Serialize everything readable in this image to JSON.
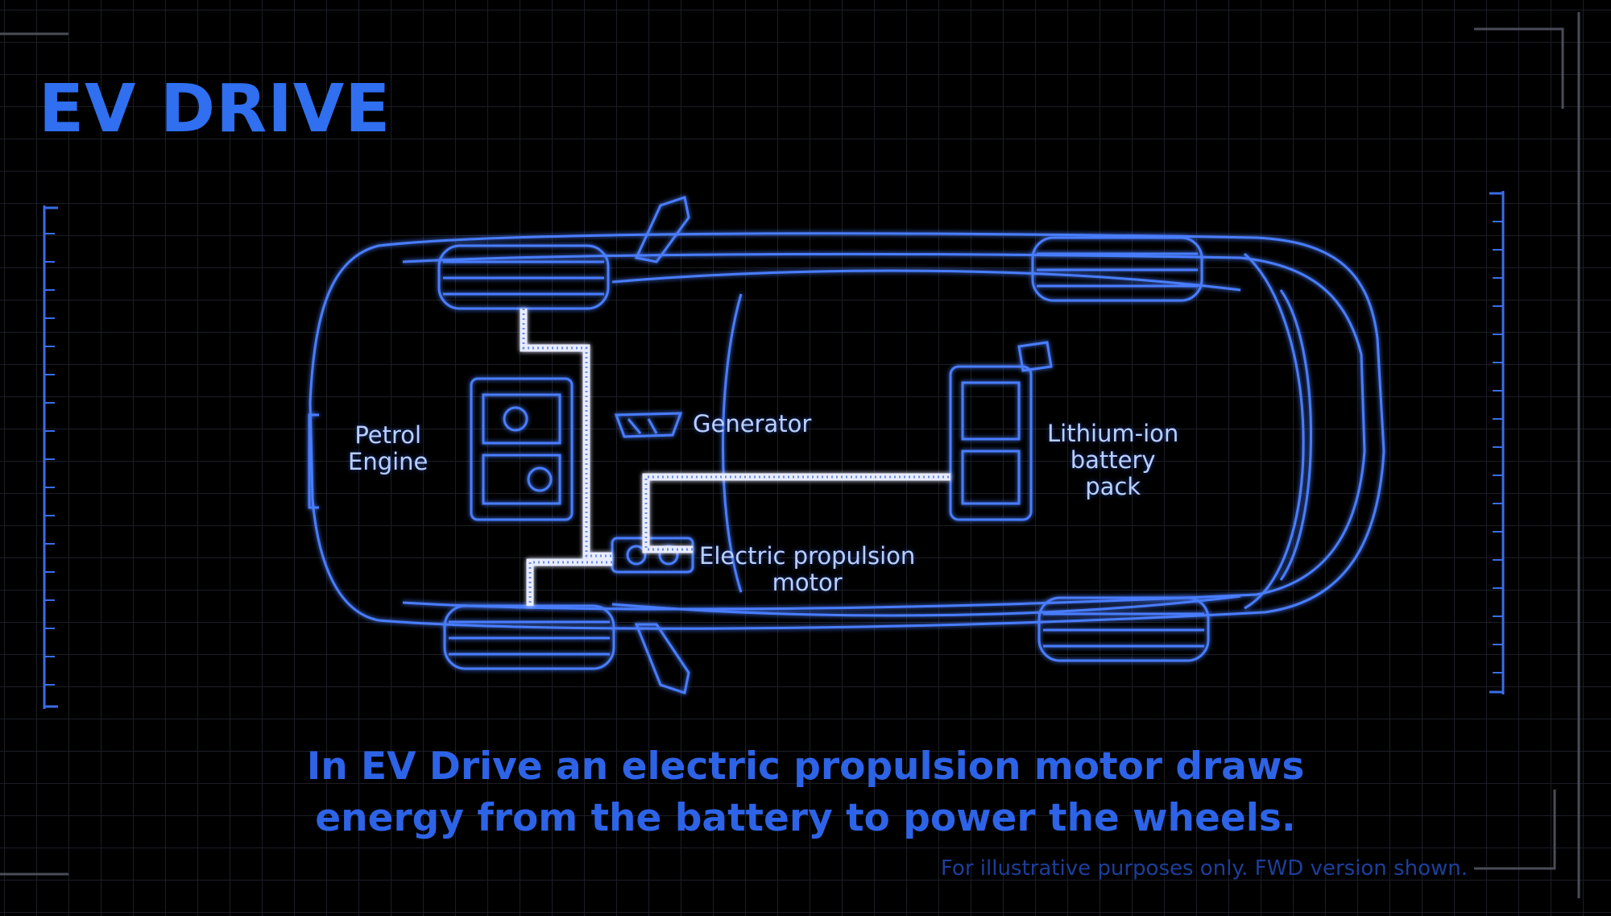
{
  "title": "EV DRIVE",
  "labels": {
    "petrol_engine": [
      "Petrol",
      "Engine"
    ],
    "generator": "Generator",
    "battery": [
      "Lithium-ion",
      "battery",
      "pack"
    ],
    "motor": [
      "Electric propulsion",
      "motor"
    ]
  },
  "caption": [
    "In EV Drive an electric propulsion motor draws",
    "energy from the battery to power the wheels."
  ],
  "disclaimer": "For illustrative purposes only. FWD version shown.",
  "colors": {
    "accent": "#2f6ff0",
    "outline": "#4a7dff",
    "energy_flow": "#e8ecff",
    "grid": "#1c1e26"
  }
}
